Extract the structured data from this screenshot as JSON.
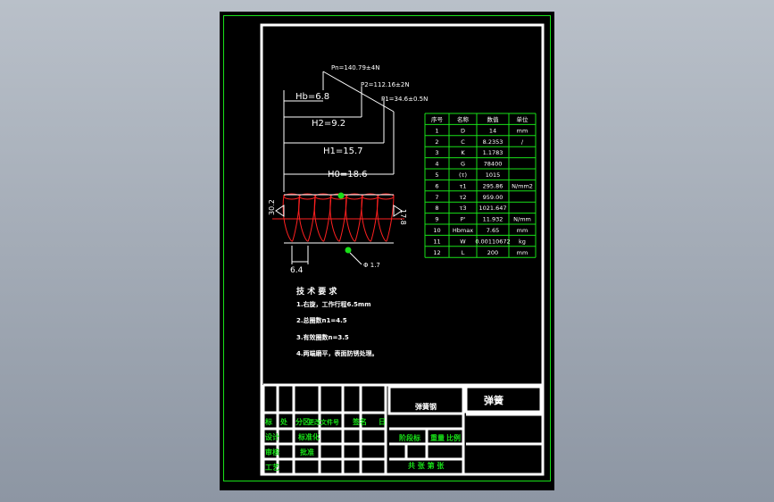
{
  "colors": {
    "background": "#000000",
    "line_green": "#18e018",
    "text_white": "#ffffff",
    "spring_red": "#ff2020"
  },
  "loads": {
    "pn": "Pn=140.79±4N",
    "p2": "P2=112.16±2N",
    "p1": "P1=34.6±0.5N"
  },
  "heights": {
    "hb": "Hb=6.8",
    "h2": "H2=9.2",
    "h1": "H1=15.7",
    "h0": "H0=18.6"
  },
  "dims": {
    "left_dia": "30.2",
    "right_dia": "17.8",
    "pitch": "6.4",
    "wire": "Φ 1.7"
  },
  "param_table": {
    "headers": [
      "序号",
      "名称",
      "数值",
      "单位"
    ],
    "rows": [
      [
        "1",
        "D",
        "14",
        "mm"
      ],
      [
        "2",
        "C",
        "8.2353",
        "/"
      ],
      [
        "3",
        "K",
        "1.1783",
        ""
      ],
      [
        "4",
        "G",
        "78400",
        ""
      ],
      [
        "5",
        "(τ)",
        "1015",
        ""
      ],
      [
        "6",
        "τ1",
        "295.86",
        "N/mm2"
      ],
      [
        "7",
        "τ2",
        "959.00",
        ""
      ],
      [
        "8",
        "τ3",
        "1021.647",
        ""
      ],
      [
        "9",
        "P'",
        "11.932",
        "N/mm"
      ],
      [
        "10",
        "Hbmax",
        "7.65",
        "mm"
      ],
      [
        "11",
        "W",
        "0.00110672",
        "kg"
      ],
      [
        "12",
        "L",
        "200",
        "mm"
      ]
    ]
  },
  "tech": {
    "title": "技 术 要 求",
    "items": [
      "1.右旋，工作行程6.5mm",
      "2.总圈数n1=4.5",
      "3.有效圈数n=3.5",
      "4.两端磨平，表面防锈处理。"
    ]
  },
  "title_block": {
    "material": "弹簧钢",
    "name": "弹簧",
    "row_a": [
      "标",
      "处",
      "分区",
      "更改文件号",
      "签名",
      "日"
    ],
    "row_b": [
      "设计",
      "",
      "标准化",
      "",
      "",
      ""
    ],
    "row_c": [
      "审核",
      "",
      "",
      "",
      "",
      ""
    ],
    "row_d": [
      "工艺",
      "",
      "批准",
      "",
      "",
      ""
    ],
    "stage_label": "阶段标",
    "weight_label": "重量",
    "scale_label": "比例",
    "sheet_label": "共 张  第 张"
  }
}
